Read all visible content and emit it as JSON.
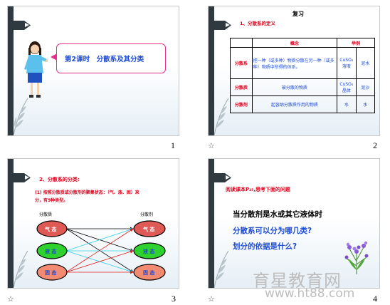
{
  "slide1": {
    "title": "第2课时　分散系及其分类",
    "number": "1"
  },
  "slide2": {
    "title": "复习",
    "subtitle": "1、分散系的定义",
    "headers": [
      "概念",
      "举例"
    ],
    "rows": [
      {
        "label": "分散系",
        "concept": "把一种（或多种）物质分散在另一种（或多种）物质中所得的体系。",
        "example1": "CuSO₄溶液",
        "example2": "泥水"
      },
      {
        "label": "分散质",
        "concept": "被分散的物质",
        "example1": "CuSO₄晶体",
        "example2": "泥沙"
      },
      {
        "label": "分散剂",
        "concept": "起容纳分散质作用的物质",
        "example1": "水",
        "example2": "水"
      }
    ],
    "number": "2",
    "star": "☆"
  },
  "slide3": {
    "title": "2、分散系的分类:",
    "text": "(1) 按照分散质或分散剂的聚集状态：（气、液、固）来分，有9种类型。",
    "left_label": "分散质",
    "right_label": "分散剂",
    "states": [
      "气 态",
      "液 态",
      "固 态"
    ],
    "number": "3",
    "star": "☆"
  },
  "slide4": {
    "intro": "阅读课本P₂₅,思考下面的问题",
    "q1": "当分散剂是水或其它液体时",
    "q2": "分散系可以分为哪几类?",
    "q3": "划分的依据是什么?",
    "number": "4",
    "star": "☆"
  },
  "watermark": {
    "text1": "育星教育网",
    "text2": "www.ht88.com"
  },
  "colors": {
    "dark_bar": "#2e3a40",
    "title_blue": "#1e4bd2",
    "title_red": "#e0001c",
    "pink_frame": "#e8308c",
    "gas_fill": "#e05a55",
    "liquid_fill": "#2ed12e",
    "solid_fill": "#f38b72",
    "arrow_black": "#000000",
    "arrow_cyan": "#30d0f0",
    "arrow_red": "#e0201c"
  }
}
